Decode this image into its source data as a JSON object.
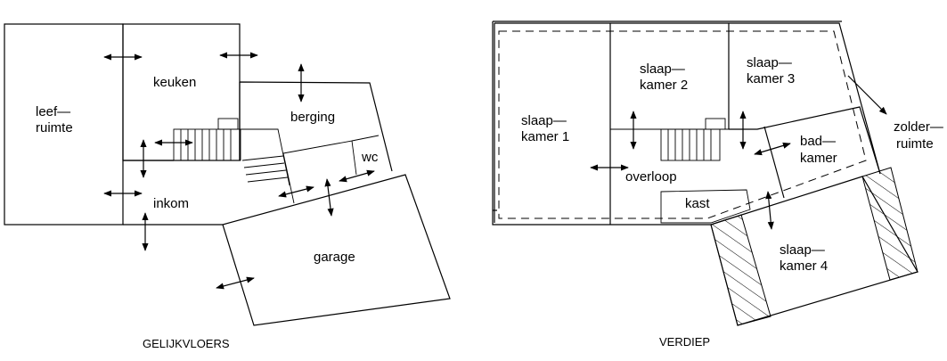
{
  "ground_floor": {
    "caption": "GELIJKVLOERS",
    "rooms": {
      "leefruimte": [
        "leef—",
        "ruimte"
      ],
      "keuken": [
        "keuken"
      ],
      "berging": [
        "berging"
      ],
      "wc": [
        "wc"
      ],
      "inkom": [
        "inkom"
      ],
      "garage": [
        "garage"
      ]
    }
  },
  "upper_floor": {
    "caption": "VERDIEP",
    "rooms": {
      "slaapkamer1": [
        "slaap—",
        "kamer  1"
      ],
      "slaapkamer2": [
        "slaap—",
        "kamer  2"
      ],
      "slaapkamer3": [
        "slaap—",
        "kamer  3"
      ],
      "badkamer": [
        "bad—",
        "kamer"
      ],
      "overloop": [
        "overloop"
      ],
      "kast": [
        "kast"
      ],
      "slaapkamer4": [
        "slaap—",
        "kamer  4"
      ],
      "zolderruimte": [
        "zolder—",
        "ruimte"
      ]
    }
  }
}
